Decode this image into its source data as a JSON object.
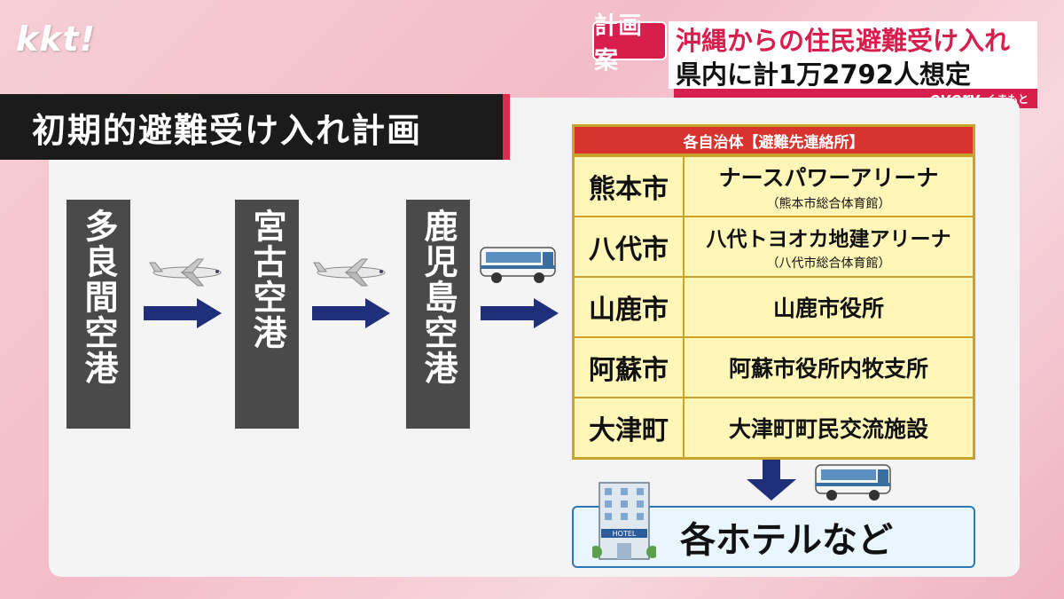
{
  "broadcaster": {
    "logo": "kkt!"
  },
  "headline": {
    "badge": "計画案",
    "line1": "沖縄からの住民避難受け入れ",
    "line2": "県内に計1万2792人想定"
  },
  "program": {
    "name": "every.",
    "suffix": "くまもと"
  },
  "title": "初期的避難受け入れ計画",
  "route": [
    {
      "label": "多良間空港"
    },
    {
      "label": "宮古空港"
    },
    {
      "label": "鹿児島空港"
    }
  ],
  "transport_icons": [
    "airplane-icon",
    "airplane-icon",
    "bus-icon",
    "bus-icon"
  ],
  "table": {
    "header": "各自治体【避難先連絡所】",
    "rows": [
      {
        "city": "熊本市",
        "place": "ナースパワーアリーナ",
        "note": "（熊本市総合体育館）"
      },
      {
        "city": "八代市",
        "place": "八代トヨオカ地建アリーナ",
        "note": "（八代市総合体育館）"
      },
      {
        "city": "山鹿市",
        "place": "山鹿市役所",
        "note": ""
      },
      {
        "city": "阿蘇市",
        "place": "阿蘇市役所内牧支所",
        "note": ""
      },
      {
        "city": "大津町",
        "place": "大津町町民交流施設",
        "note": ""
      }
    ]
  },
  "destination": {
    "label": "各ホテルなど",
    "hotel_sign": "HOTEL"
  },
  "colors": {
    "accent": "#d81e4d",
    "arrow": "#1f2f7a",
    "table_fill": "#fff6b8",
    "table_border": "#c9a227",
    "header_red": "#d9332f"
  }
}
